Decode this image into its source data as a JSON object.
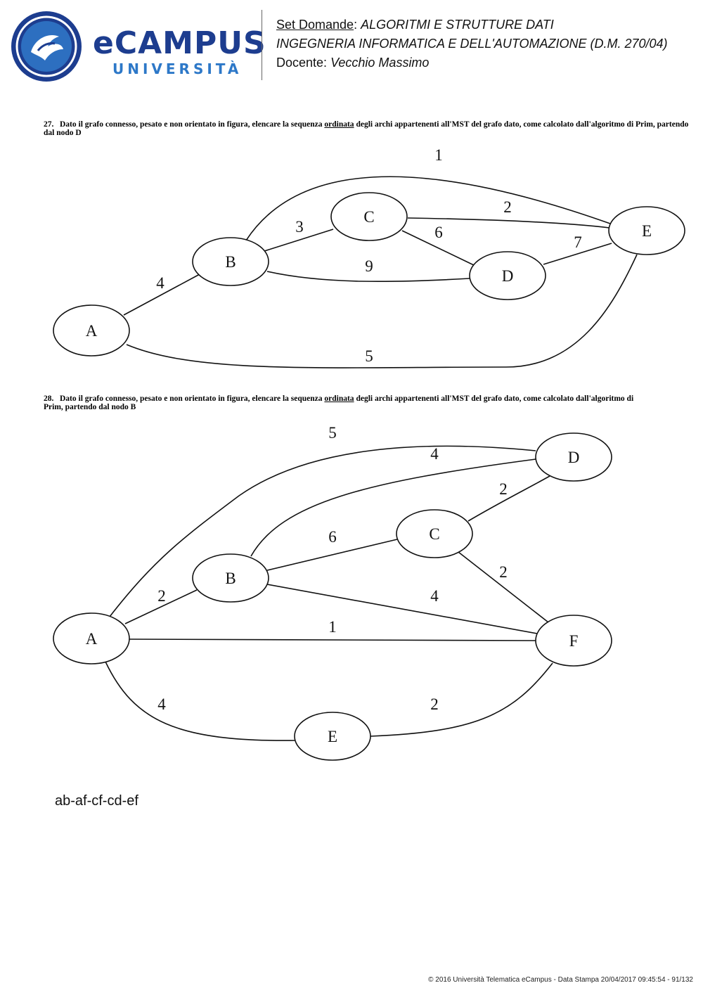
{
  "header": {
    "brand": "eCAMPUS",
    "brand_sub": "UNIVERSITÀ",
    "set_label": "Set Domande",
    "set_title": "ALGORITMI E STRUTTURE DATI",
    "course": "INGEGNERIA INFORMATICA E DELL'AUTOMAZIONE (D.M. 270/04)",
    "teacher_label": "Docente:",
    "teacher_name": "Vecchio Massimo"
  },
  "questions": [
    {
      "number": "27.",
      "text_before": "Dato il grafo connesso, pesato e non orientato in figura, elencare la sequenza",
      "underlined": "ordinata",
      "text_after": "degli archi appartenenti all'MST del grafo dato, come calcolato dall'algoritmo di Prim, partendo dal nodo D",
      "graph": {
        "nodes": [
          "A",
          "B",
          "C",
          "D",
          "E"
        ],
        "weights": [
          "1",
          "3",
          "2",
          "6",
          "7",
          "4",
          "9",
          "5"
        ]
      }
    },
    {
      "number": "28.",
      "text_before": "Dato il grafo connesso, pesato e non orientato in figura, elencare la sequenza",
      "underlined": "ordinata",
      "text_after": "degli archi appartenenti all'MST del grafo dato, come calcolato dall'algoritmo di Prim, partendo dal nodo B",
      "graph": {
        "nodes": [
          "A",
          "B",
          "C",
          "D",
          "E",
          "F"
        ],
        "weights": [
          "5",
          "4",
          "2",
          "6",
          "2",
          "2",
          "4",
          "1",
          "4",
          "2"
        ]
      },
      "answer": "ab-af-cf-cd-ef"
    }
  ],
  "footer": "© 2016 Università Telematica eCampus - Data Stampa 20/04/2017 09:45:54 - 91/132",
  "colors": {
    "brand_dark": "#1d3d8f",
    "brand_light": "#2d78c8"
  }
}
